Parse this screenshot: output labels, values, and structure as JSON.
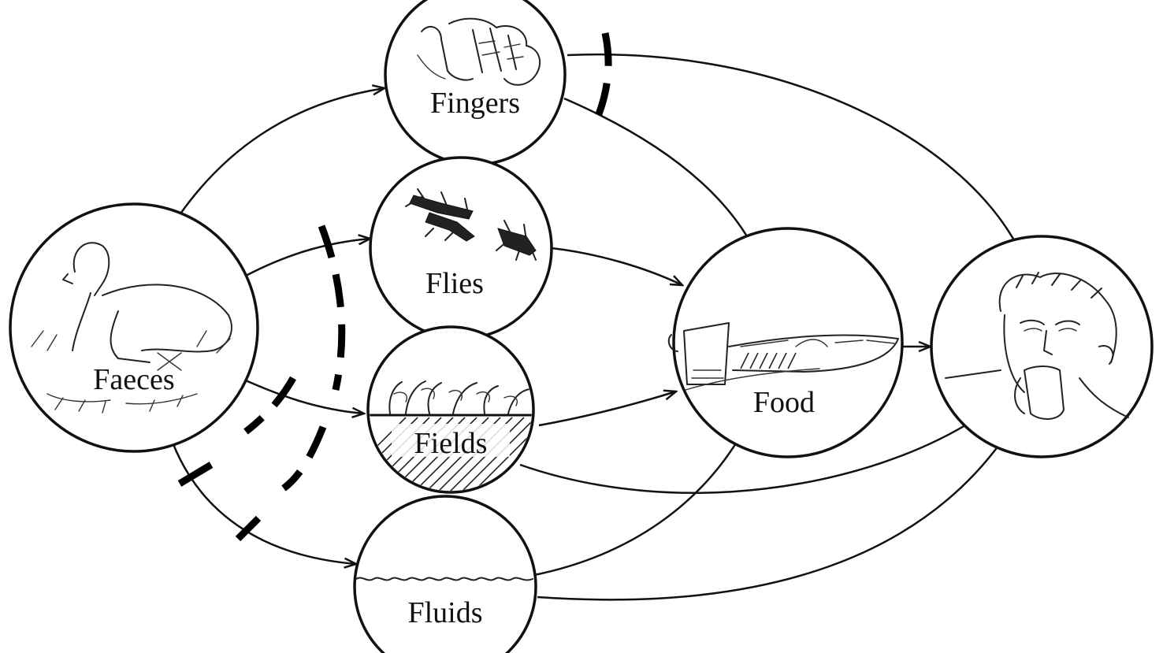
{
  "diagram": {
    "nodes": {
      "faeces": {
        "label": "Faeces"
      },
      "fingers": {
        "label": "Fingers"
      },
      "flies": {
        "label": "Flies"
      },
      "fields": {
        "label": "Fields"
      },
      "fluids": {
        "label": "Fluids"
      },
      "food": {
        "label": "Food"
      },
      "host": {
        "label": ""
      }
    },
    "edges": [
      {
        "from": "faeces",
        "to": "fingers"
      },
      {
        "from": "faeces",
        "to": "flies"
      },
      {
        "from": "faeces",
        "to": "fields"
      },
      {
        "from": "faeces",
        "to": "fluids"
      },
      {
        "from": "fingers",
        "to": "food"
      },
      {
        "from": "fingers",
        "to": "host"
      },
      {
        "from": "flies",
        "to": "food"
      },
      {
        "from": "fields",
        "to": "food"
      },
      {
        "from": "fields",
        "to": "host"
      },
      {
        "from": "fluids",
        "to": "food"
      },
      {
        "from": "fluids",
        "to": "host"
      },
      {
        "from": "food",
        "to": "host"
      }
    ],
    "barriers": [
      {
        "style": "dashed",
        "crosses": [
          "faeces-flies",
          "faeces-fields"
        ]
      },
      {
        "style": "dashed",
        "crosses": [
          "faeces-fields",
          "faeces-fluids"
        ]
      },
      {
        "style": "dashed",
        "crosses": [
          "fingers-food",
          "fingers-host"
        ]
      },
      {
        "style": "solid",
        "crosses": [
          "faeces-fluids"
        ]
      }
    ],
    "colors": {
      "ink": "#111111",
      "background": "#ffffff"
    }
  }
}
